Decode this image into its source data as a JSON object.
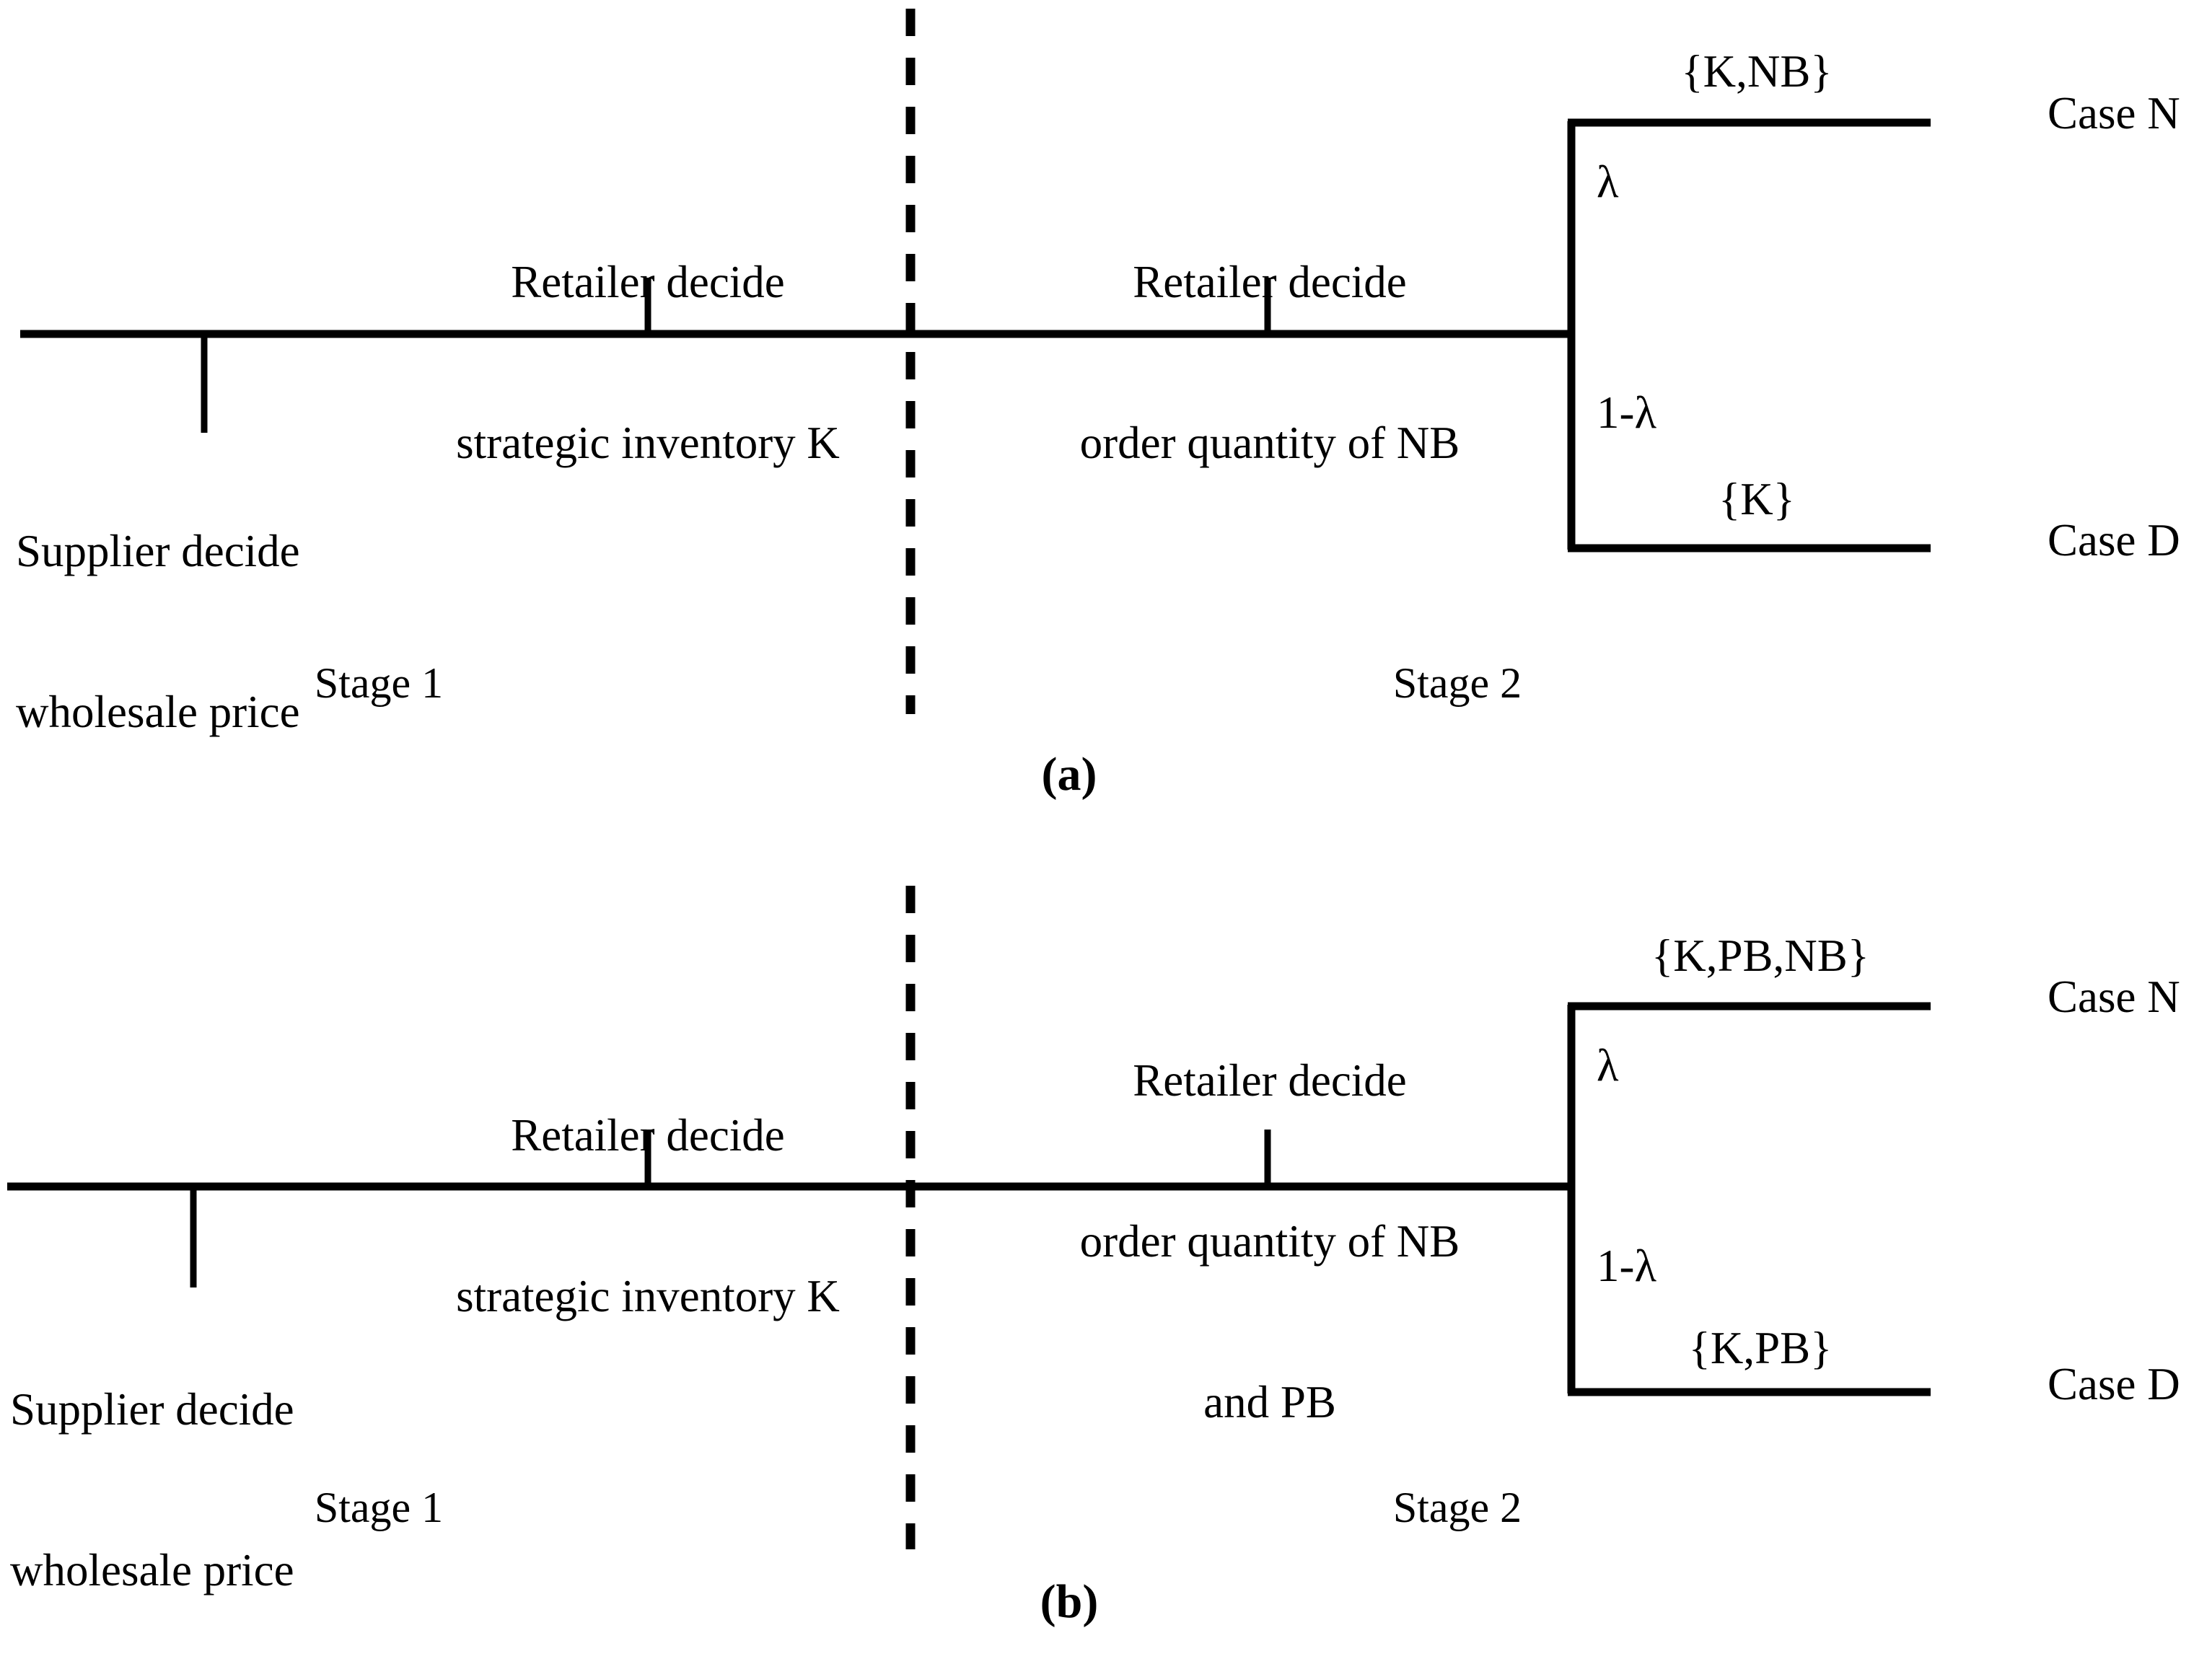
{
  "figure": {
    "type": "two-panel-timeline-decision-tree",
    "background_color": "#ffffff",
    "line_color": "#000000"
  },
  "panels": [
    {
      "id": "a",
      "caption": "(a)",
      "stage1_label": "Stage 1",
      "stage2_label": "Stage 2",
      "supplier_label_line1": "Supplier decide",
      "supplier_label_line2": "wholesale price",
      "stage1_event_line1": "Retailer decide",
      "stage1_event_line2": "strategic inventory K",
      "stage2_event_line1": "Retailer decide",
      "stage2_event_line2": "order quantity of NB",
      "stage2_event_line3": "",
      "branch_top_probability": "λ",
      "branch_bottom_probability": "1-λ",
      "branch_top_set": "{K,NB}",
      "branch_bottom_set": "{K}",
      "branch_top_outcome": "Case N",
      "branch_bottom_outcome": "Case D"
    },
    {
      "id": "b",
      "caption": "(b)",
      "stage1_label": "Stage 1",
      "stage2_label": "Stage 2",
      "supplier_label_line1": "Supplier decide",
      "supplier_label_line2": "wholesale price",
      "stage1_event_line1": "Retailer decide",
      "stage1_event_line2": "strategic inventory K",
      "stage2_event_line1": "Retailer decide",
      "stage2_event_line2": "order quantity of NB",
      "stage2_event_line3": "and PB",
      "branch_top_probability": "λ",
      "branch_bottom_probability": "1-λ",
      "branch_top_set": "{K,PB,NB}",
      "branch_bottom_set": "{K,PB}",
      "branch_top_outcome": "Case N",
      "branch_bottom_outcome": "Case D"
    }
  ]
}
